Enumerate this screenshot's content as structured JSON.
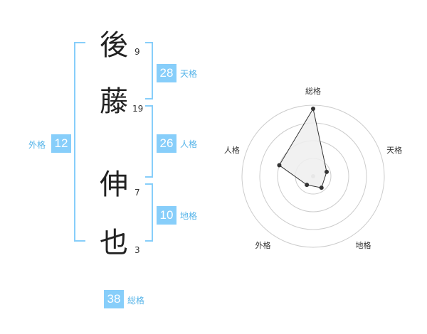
{
  "colors": {
    "accent": "#87cefa",
    "label_text": "#56b4e9",
    "bracket": "#87cefa",
    "radar_ring": "#cccccc",
    "radar_line": "#333333",
    "radar_fill": "#eeeeee"
  },
  "name": {
    "characters": [
      {
        "char": "後",
        "strokes": "9"
      },
      {
        "char": "藤",
        "strokes": "19"
      },
      {
        "char": "伸",
        "strokes": "7"
      },
      {
        "char": "也",
        "strokes": "3"
      }
    ]
  },
  "fortune": {
    "tenkaku": {
      "value": "28",
      "label": "天格"
    },
    "jinkaku": {
      "value": "26",
      "label": "人格"
    },
    "chikaku": {
      "value": "10",
      "label": "地格"
    },
    "gaikaku": {
      "value": "12",
      "label": "外格"
    },
    "soukaku": {
      "value": "38",
      "label": "総格"
    }
  },
  "chart_data": {
    "type": "radar",
    "axes": [
      "総格",
      "天格",
      "地格",
      "外格",
      "人格"
    ],
    "values": [
      3.8,
      0.8,
      0.8,
      0.6,
      2.0
    ],
    "rings": 4,
    "max": 4
  }
}
